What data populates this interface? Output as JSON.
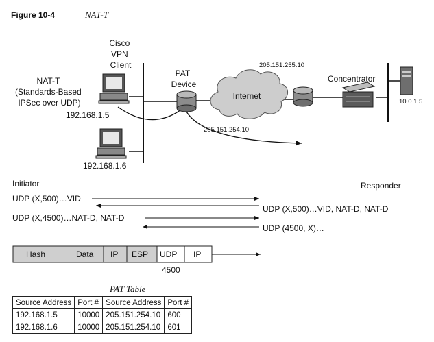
{
  "figure": {
    "number": "Figure 10-4",
    "title": "NAT-T"
  },
  "labels": {
    "client_line1": "Cisco",
    "client_line2": "VPN",
    "client_line3": "Client",
    "natt_line1": "NAT-T",
    "natt_line2": "(Standards-Based",
    "natt_line3": "IPSec over UDP)",
    "host1_ip": "192.168.1.5",
    "host2_ip": "192.168.1.6",
    "pat_line1": "PAT",
    "pat_line2": "Device",
    "internet": "Internet",
    "public_ip_top": "205.151.255.10",
    "public_ip_bottom": "205.151.254.10",
    "concentrator": "Concentrator",
    "server_ip": "10.0.1.5"
  },
  "exchange": {
    "initiator": "Initiator",
    "responder": "Responder",
    "msg1": "UDP (X,500)…VID",
    "msg2": "UDP (X,500)…VID, NAT-D, NAT-D",
    "msg3": "UDP (X,4500)…NAT-D, NAT-D",
    "msg4": "UDP (4500, X)…"
  },
  "packet": {
    "cells": [
      "Hash",
      "Data",
      "IP",
      "ESP",
      "UDP",
      "IP"
    ],
    "port_label": "4500"
  },
  "pat_table": {
    "title": "PAT Table",
    "headers": [
      "Source Address",
      "Port #",
      "Source Address",
      "Port #"
    ],
    "rows": [
      [
        "192.168.1.5",
        "10000",
        "205.151.254.10",
        "600"
      ],
      [
        "192.168.1.6",
        "10000",
        "205.151.254.10",
        "601"
      ]
    ]
  },
  "colors": {
    "packet_fill": "#cfcfcf",
    "cloud_fill": "#cdcdcd",
    "device_fill": "#9a9a9a"
  }
}
